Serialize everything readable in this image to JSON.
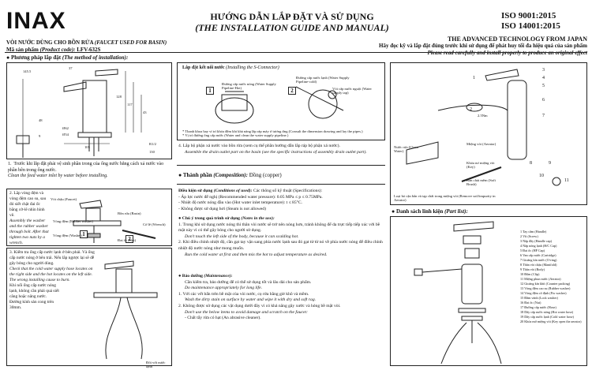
{
  "brand": "INAX",
  "title_vn": "HƯỚNG DẪN LẮP ĐẶT VÀ SỬ DỤNG",
  "title_en": "(THE INSTALLATION GUIDE AND MANUAL)",
  "iso": [
    "ISO 9001:2015",
    "ISO 14001:2015"
  ],
  "product_line": "VÒI NƯỚC DÙNG CHO BỒN RỬA",
  "product_line_en": "(FAUCET USED FOR BASIN)",
  "product_code_label": "Mã sản phẩm",
  "product_code_en": "(Product code):",
  "product_code": "LFV-632S",
  "tagline": "THE ADVANCED TECHNOLOGY FROM JAPAN",
  "read_vn": "Hãy đọc kỹ và lắp đặt đúng trước khi sử dụng để phát huy tối đa hiệu quả của sản phẩm",
  "read_en": "Please read carefully and install properly to produce an original effect",
  "install_section": "Phương pháp lắp đặt",
  "install_section_en": "(The method of installation):",
  "dims": [
    "145.5",
    "128",
    "117",
    "43",
    "105",
    "37",
    "Ø62",
    "Ø54",
    "48",
    "9",
    "R1/2",
    "130"
  ],
  "step1_vn": "Trước khi lắp đặt phải vệ sinh phần trong của ống nước bằng cách xả nước vào phần bên trong ống nước.",
  "step1_en": "Clean the feed water inlet by water before installing.",
  "step2_vn": "Lắp vòng đệm và vòng đệm cao su, sau đó siết chặt đai ốc bằng cờ-lê nhìn hình vẽ.",
  "step2_en": "Assembly the washer and the rubber washer through bolt. After that tighten two nuts by a wrench.",
  "step2_labels": [
    "Vòi chậu (Faucet)",
    "Bồn rửa (Basin)",
    "Vòng đệm (Rubber washer)",
    "Cờ lê (Wrench)",
    "Vòng đệm (Washer)",
    "Đai ốc (Nut)"
  ],
  "step3_vn": "Kiểm tra ống cấp nước lạnh ở bên phải. Và ống cấp nước nóng ở bên trái. Nếu lắp ngược lại sẽ dễ gây bỏng cho người dùng.",
  "step3_en": "Check that the cold water supply hose locates on the right side and the hot locates on the left side. The wrong installing cause to burn.",
  "step3_vn2": "Khi nối ống cấp nước nóng lạnh, không cần phải quá siết căng hoặc nâng nước.",
  "step3_extra": "Đường kính sản cong trên 30mm.",
  "step3_note": "Đối với nước lạnh",
  "connector_title": "Lắp đặt kết nối nước",
  "connector_title_en": "(Installing the S-Connector)",
  "connector_labels": [
    "Đường cấp nước nóng (Water Supply Pipeline-Hot)",
    "Đường cấp nước lạnh (Water Supply Pipeline-cold)",
    "Vòi cấp nước nguội (Water supply tap)"
  ],
  "connector_notes": [
    "* Thanh khoa hay ví trí khóa đệm khi khả năng lắp ráp máy ở tương ứng (Consult the dimension drawing and lay the pipes.)",
    "* Vị trí đường ống cấp nước (Water and clean the water supply pipeline.)"
  ],
  "step4_vn": "4. Lắp bộ phận xả nước vào bồn rửa (xem cụ thể phần hướng dẫn lắp ráp bộ phận xả nước).",
  "step4_en": "Assemble the drain outlet part on the basin (see the specific instructions of assembly drain outlet part).",
  "composition_label": "Thành phần",
  "composition_en": "(Composition):",
  "composition_value": "Đồng (copper)",
  "conditions_title": "Điều kiện sử dụng",
  "conditions_en": "(Conditions of used):",
  "conditions_spec": "Các thông số kỹ thuật (Specifications):",
  "pressure": "- Áp lực nước để nghị (Recommended water pressure): 0.05 MPa ≤ p ≤ 0.75MPa.",
  "temperature": "- Nhiệt độ nước nóng đầu vào (Hot water inlet temperature): t ≤ 85°C.",
  "no_steam": "- Không được sử dụng hơi (Steam is not allowed)",
  "notes_title": "Chú ý trong quá trình sử dụng",
  "notes_en": "(Notes in the use):",
  "note1_vn": "1. Trong khi sử dụng nước nóng thì thân vòi nước sẽ trở nên nóng hơn, tránh không để da trực tiếp tiếp xúc với bề mặt này vì có thể gây bỏng cho người sử dụng.",
  "note1_en": "Don't touch the left side of the body, because it can scalding hot.",
  "note2_vn": "2. Khi điều chỉnh nhiệt độ, cần gạt tay vặn sang phía nước lạnh sau đó gạt từ từ nó về phía nước nóng để điều chỉnh nhiệt độ nước nóng như mong muốn.",
  "note2_en": "Run the cold water at first and then mix the hot to adjust temperature as desired.",
  "maint_title": "Bảo dưỡng",
  "maint_en": "(Maintenance):",
  "maint_intro_vn": "Cần kiểm tra, bảo dưỡng để có thể sử dụng tốt và lâu dài cho sản phẩm.",
  "maint_intro_en": "Do maintenance appropriately for long life.",
  "maint1_vn": "1. Với các vết bẩn trên bề mặt của vòi nước, cọ rửa bằng giẻ khô và mềm.",
  "maint1_en": "Wash the dirty stain on surface by water and wipe it with dry and soft rag.",
  "maint2_vn": "2. Không được sử dụng các vật dụng dưới đây vì có khả năng gây xước và hỏng bề mặt vòi.",
  "maint2_en": "Don't use the below items to avoid damage and scratch on the faucet:",
  "maint3": "- Chất tẩy rửa có hạt (An abrasive cleaner).",
  "aerator_labels": [
    "Nước rửa (Clean Water)",
    "Miệng vòi (Aerator)",
    "Khóa nơ miệng vòi (Key)",
    "Bàn chải mềm (Soft Brush)"
  ],
  "aerator_caption": "Loại bỏ cặn bẩn và tạp chất trong miệng vòi (Remove soil/impurity in Aerator)",
  "aerator_torque": "2.5Nm",
  "aerator_nums": [
    "1",
    "2",
    "3",
    "4",
    "5",
    "6",
    "7",
    "8",
    "9",
    "10",
    "11"
  ],
  "parts_title": "Danh sách linh kiện",
  "parts_title_en": "(Part list):",
  "parts": [
    "1 Tay cầm (Handle)",
    "2 Vít (Screw)",
    "3 Nắp đầy (Handle cap)",
    "4 Nắp nóng lạnh (H/C Cap)",
    "5 Đai ốc (HP Cap)",
    "6 Van cấp nước (Cartridge)",
    "7 Gioăng kín nước (O-ring)",
    "8 Thân vòi chậu (Manifold)",
    "9 Thân vòi (Body)",
    "10 Đệm (Clip)",
    "11 Miệng phun nước (Aerator)",
    "12 Gioăng kín khít (Counter packing)",
    "13 Vòng đệm cao su (Rubber washer)",
    "14 Vòng đệm cố định (Fix washer)",
    "15 Đầm vành (Lock washer)",
    "16 Đai ốc (Nut)",
    "17 Đường cấp nước (Hose)",
    "18 Dây cấp nước nóng (Hot water hose)",
    "19 Dây cấp nước lạnh (Cold water hose)",
    "20 Khóa mở miệng vòi (Key open the aerator)"
  ]
}
